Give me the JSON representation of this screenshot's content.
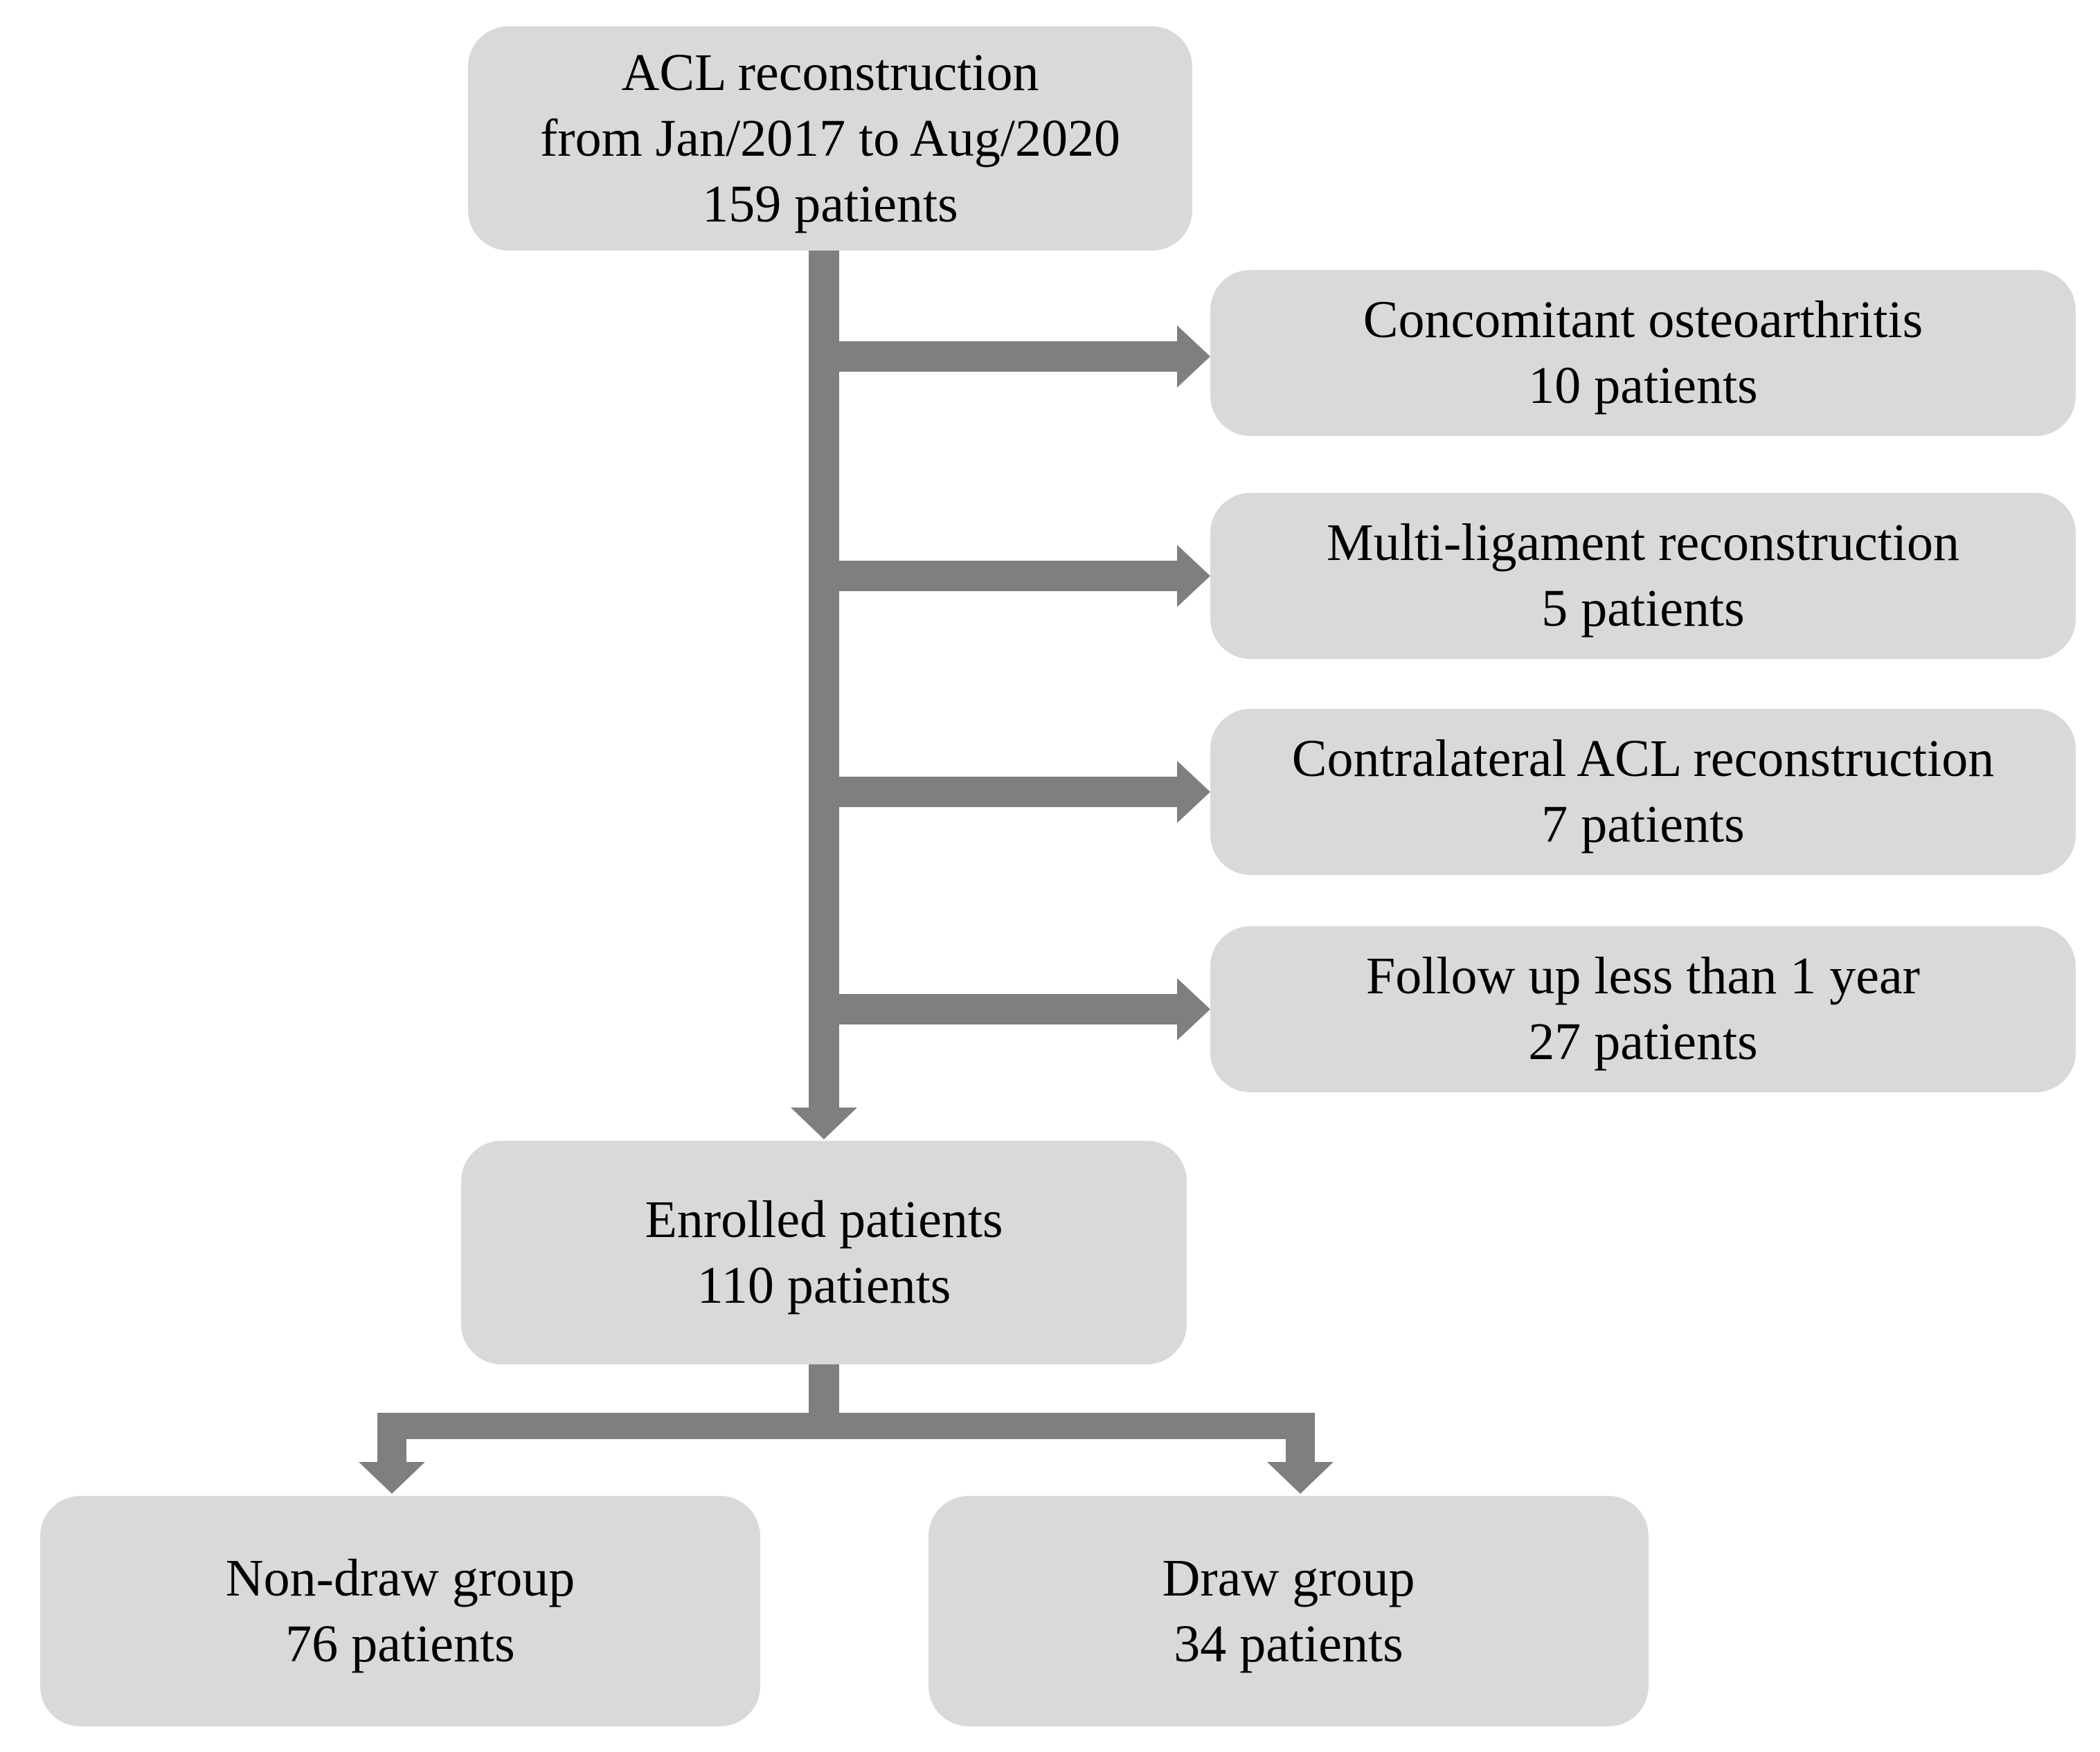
{
  "figure": {
    "description": "Patient enrollment flowchart for ACL reconstruction study",
    "colors": {
      "background": "#ffffff",
      "box_fill": "#d9d9d9",
      "connector": "#7f7f7f",
      "text": "#000000"
    }
  },
  "flow": {
    "source": {
      "title": "ACL reconstruction",
      "period": "from Jan/2017 to Aug/2020",
      "count": "159 patients"
    },
    "exclusions": [
      {
        "reason": "Concomitant osteoarthritis",
        "count": "10 patients"
      },
      {
        "reason": "Multi-ligament reconstruction",
        "count": "5 patients"
      },
      {
        "reason": "Contralateral ACL reconstruction",
        "count": "7 patients"
      },
      {
        "reason": "Follow up less than 1 year",
        "count": "27 patients"
      }
    ],
    "enrolled": {
      "title": "Enrolled patients",
      "count": "110 patients"
    },
    "groups": [
      {
        "name": "Non-draw group",
        "count": "76 patients"
      },
      {
        "name": "Draw group",
        "count": "34 patients"
      }
    ]
  }
}
